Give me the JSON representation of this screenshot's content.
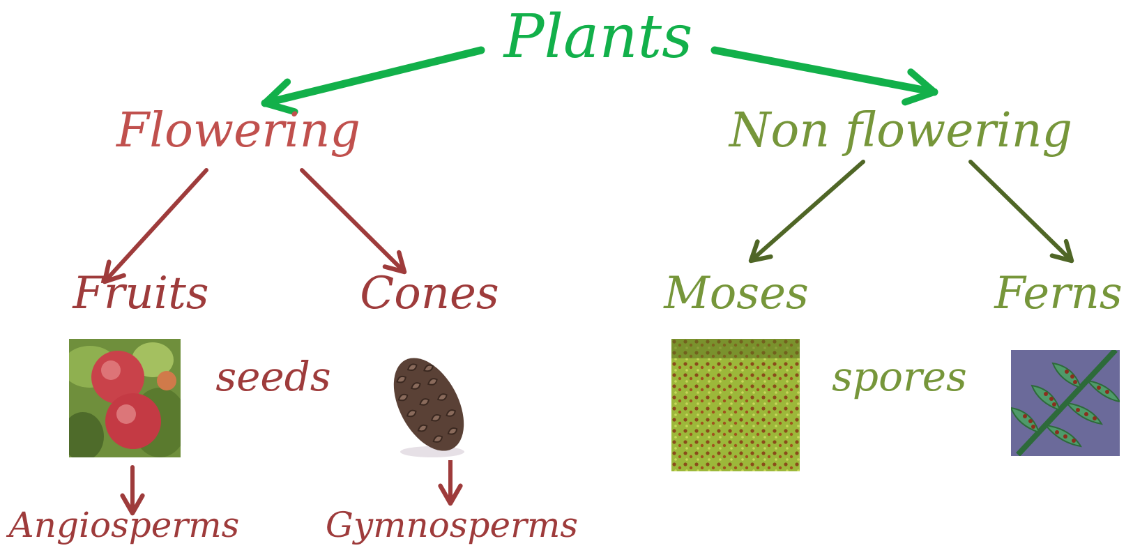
{
  "diagram": {
    "root": {
      "label": "Plants",
      "color": "#12b04a"
    },
    "flowering": {
      "label": "Flowering",
      "color": "#c0504d",
      "branch_color": "#9e3b3b",
      "fruits": {
        "label": "Fruits",
        "result": "Angiosperms"
      },
      "cones": {
        "label": "Cones",
        "result": "Gymnosperms"
      },
      "shared_label": "seeds"
    },
    "non_flowering": {
      "label": "Non flowering",
      "color": "#76963a",
      "branch_color": "#4f6626",
      "mosses": {
        "label": "Moses"
      },
      "ferns": {
        "label": "Ferns"
      },
      "shared_label": "spores"
    }
  }
}
